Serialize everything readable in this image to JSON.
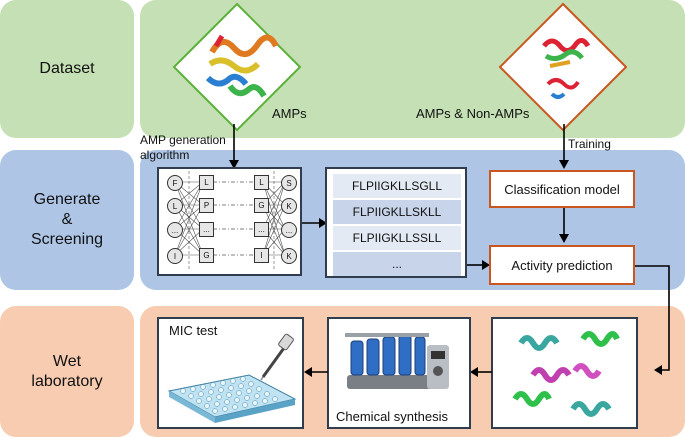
{
  "rows": {
    "dataset": "Dataset",
    "generate": "Generate\n&\nScreening",
    "wet": "Wet\nlaboratory"
  },
  "dataset": {
    "amps_label": "AMPs",
    "amps_nonamps_label": "AMPs & Non-AMPs"
  },
  "arrows": {
    "generation_label": "AMP generation\nalgorithm",
    "training_label": "Training"
  },
  "network": {
    "input_nodes": [
      "F",
      "L",
      "...",
      "I"
    ],
    "layer1_nodes": [
      "L",
      "P",
      "...",
      "G"
    ],
    "layer2_nodes": [
      "L",
      "G",
      "...",
      "I"
    ],
    "output_nodes": [
      "S",
      "K",
      "...",
      "K"
    ]
  },
  "sequences": [
    "FLPIIGKLLSGLL",
    "FLPIIGKLLSKLL",
    "FLPIIGKLLSSLL",
    "..."
  ],
  "models": {
    "classification": "Classification model",
    "activity": "Activity prediction"
  },
  "wetlab": {
    "mic_test": "MIC test",
    "chemical_synthesis": "Chemical synthesis"
  },
  "colors": {
    "green_band": "#c5e0b4",
    "blue_band": "#aec5e6",
    "orange_band": "#f7ccb0",
    "green_border": "#5bb03a",
    "orange_border": "#c8561e"
  }
}
